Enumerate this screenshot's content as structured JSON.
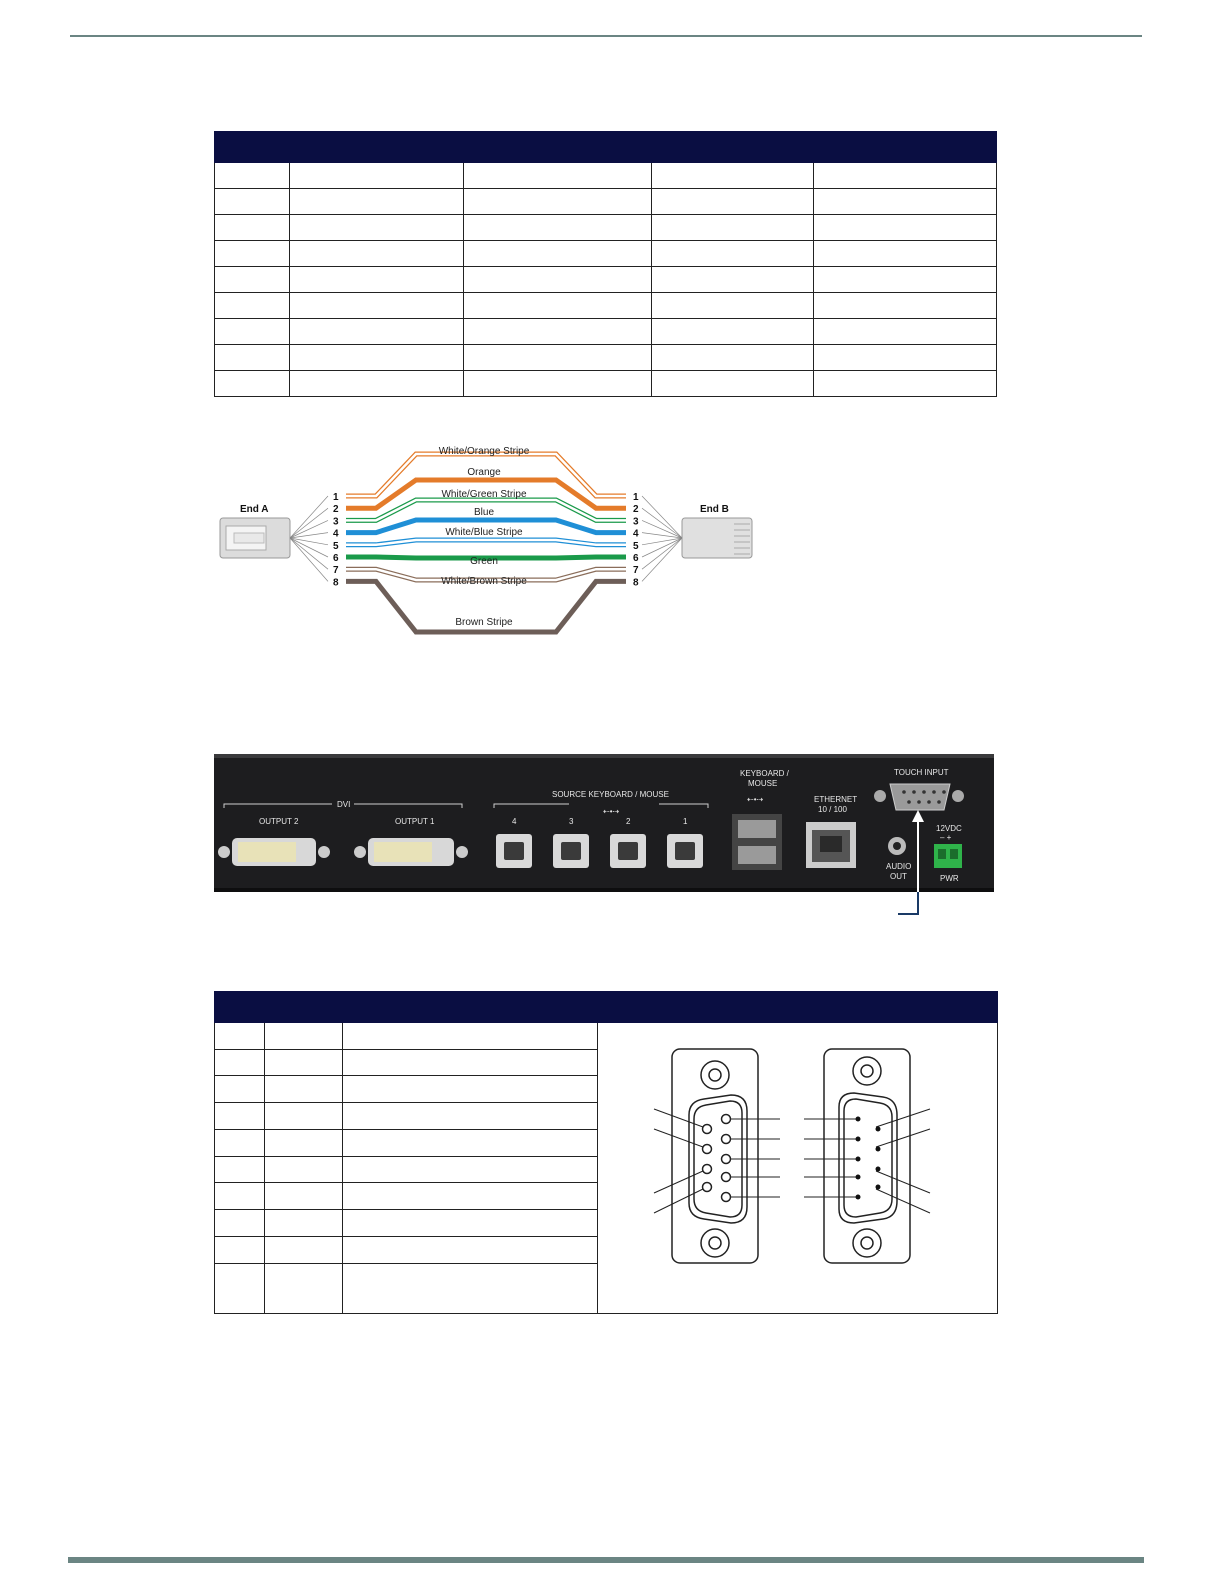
{
  "wiring": {
    "end_a": "End A",
    "end_b": "End B",
    "pins": [
      "1",
      "2",
      "3",
      "4",
      "5",
      "6",
      "7",
      "8"
    ],
    "wires": [
      {
        "label": "White/Orange Stripe",
        "color": "#e47b2a",
        "striped": true
      },
      {
        "label": "Orange",
        "color": "#e47b2a",
        "striped": false
      },
      {
        "label": "White/Green Stripe",
        "color": "#1a9a4a",
        "striped": true
      },
      {
        "label": "Blue",
        "color": "#1f8fd6",
        "striped": false
      },
      {
        "label": "White/Blue Stripe",
        "color": "#1f8fd6",
        "striped": true
      },
      {
        "label": "Green",
        "color": "#1a9a4a",
        "striped": false
      },
      {
        "label": "White/Brown Stripe",
        "color": "#8a6d5a",
        "striped": true
      },
      {
        "label": "Brown Stripe",
        "color": "#6d5e58",
        "striped": false
      }
    ]
  },
  "panel": {
    "dvi": "DVI",
    "output2": "OUTPUT 2",
    "output1": "OUTPUT 1",
    "source_kbm": "SOURCE KEYBOARD / MOUSE",
    "usb_ports": [
      "4",
      "3",
      "2",
      "1"
    ],
    "keyboard_mouse_1": "KEYBOARD /",
    "keyboard_mouse_2": "MOUSE",
    "ethernet_1": "ETHERNET",
    "ethernet_2": "10 / 100",
    "touch_input": "TOUCH INPUT",
    "audio_1": "AUDIO",
    "audio_2": "OUT",
    "power_1": "12VDC",
    "power_2": "–  +",
    "pwr": "PWR"
  },
  "colors": {
    "header": "#0a0e42",
    "rule": "#6b8583",
    "panel": "#1d1d1f"
  }
}
